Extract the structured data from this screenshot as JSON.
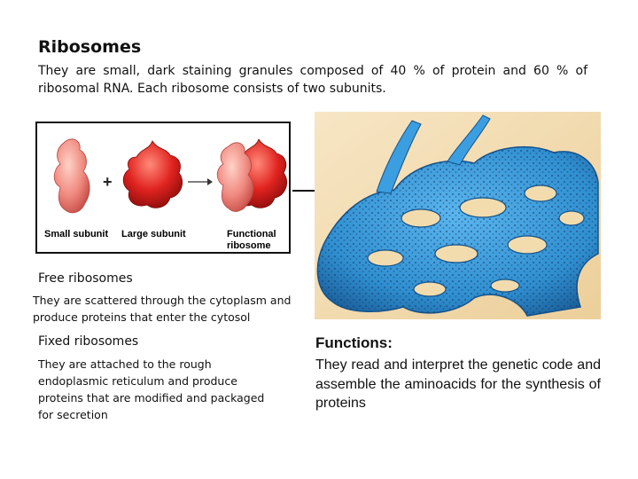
{
  "heading": "Ribosomes",
  "intro": "They are small, dark staining granules composed of 40 % of protein and 60 % of ribosomal RNA. Each ribosome consists of two subunits.",
  "diagram": {
    "plus": "+",
    "small_label": "Small subunit",
    "large_label": "Large subunit",
    "functional_label_line1": "Functional",
    "functional_label_line2": "ribosome",
    "colors": {
      "subunit_small": "#f08a80",
      "subunit_large": "#e0231f",
      "er": "#2f8fd0"
    }
  },
  "free": {
    "heading": "Free ribosomes",
    "body": "They are scattered through the cytoplasm and produce proteins that enter the cytosol"
  },
  "fixed": {
    "heading": "Fixed ribosomes",
    "body": "They are attached to the rough endoplasmic reticulum and produce proteins that are modified and packaged for secretion"
  },
  "functions": {
    "heading": "Functions:",
    "body": "They read and interpret the genetic code and assemble the aminoacids for the synthesis of proteins"
  }
}
